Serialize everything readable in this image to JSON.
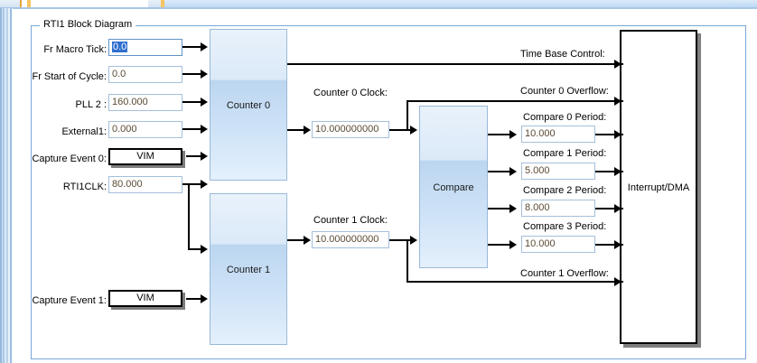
{
  "window": {
    "tabstrip_visible": true
  },
  "group": {
    "title": "RTI1 Block Diagram"
  },
  "inputs": [
    {
      "label": "Fr Macro Tick:",
      "value": "0.0",
      "selected": true
    },
    {
      "label": "Fr Start of Cycle:",
      "value": "0.0",
      "selected": false
    },
    {
      "label": "PLL 2 :",
      "value": "160.000",
      "selected": false
    },
    {
      "label": "External1:",
      "value": "0.000",
      "selected": false
    },
    {
      "label": "RTI1CLK:",
      "value": "80.000",
      "selected": false
    }
  ],
  "capture_events": [
    {
      "label": "Capture Event 0:",
      "button": "VIM"
    },
    {
      "label": "Capture Event 1:",
      "button": "VIM"
    }
  ],
  "counters": [
    {
      "name": "Counter 0",
      "clock_label": "Counter 0 Clock:",
      "clock_value": "10.000000000"
    },
    {
      "name": "Counter 1",
      "clock_label": "Counter 1 Clock:",
      "clock_value": "10.000000000"
    }
  ],
  "compare": {
    "name": "Compare",
    "periods": [
      {
        "label": "Compare 0 Period:",
        "value": "10.000"
      },
      {
        "label": "Compare 1 Period:",
        "value": "5.000"
      },
      {
        "label": "Compare 2 Period:",
        "value": "8.000"
      },
      {
        "label": "Compare 3 Period:",
        "value": "10.000"
      }
    ]
  },
  "signals": {
    "time_base_control": "Time Base Control:",
    "counter0_overflow": "Counter 0 Overflow:",
    "counter1_overflow": "Counter 1 Overflow:"
  },
  "sink": {
    "name": "Interrupt/DMA"
  },
  "colors": {
    "group_border": "#7ba7d7",
    "block_fill": "#cfe3f7",
    "block_border": "#9ab9d8",
    "field_border": "#a5bfda",
    "field_text": "#5a4a32",
    "selection": "#2f6fd0",
    "wire": "#000000"
  }
}
